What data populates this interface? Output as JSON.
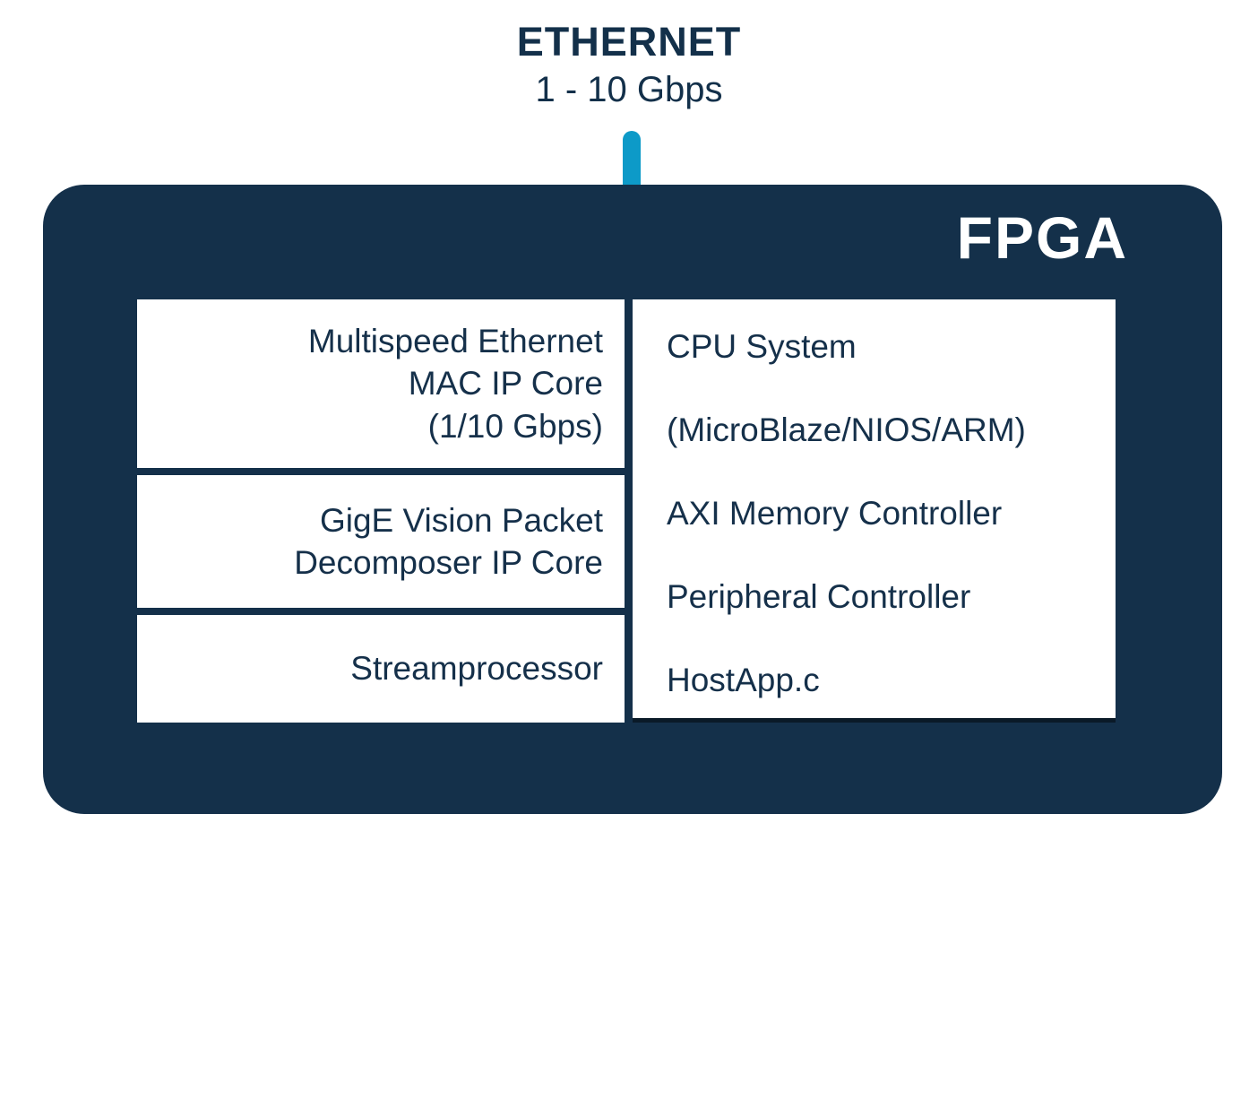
{
  "header": {
    "title": "ETHERNET",
    "subtitle": "1 - 10 Gbps",
    "arrow_icon": "down-arrow-icon"
  },
  "chip": {
    "label": "FPGA"
  },
  "left_column": {
    "blocks": [
      {
        "id": "ethernet-mac-ip-core",
        "label": "Multispeed Ethernet\nMAC IP Core\n(1/10 Gbps)"
      },
      {
        "id": "gige-vision-packet-decomposer",
        "label": "GigE Vision Packet\nDecomposer IP Core"
      },
      {
        "id": "streamprocessor",
        "label": "Streamprocessor"
      }
    ]
  },
  "right_column": {
    "items": [
      {
        "id": "cpu-system",
        "label": "CPU System"
      },
      {
        "id": "cpu-variants",
        "label": "(MicroBlaze/NIOS/ARM)"
      },
      {
        "id": "axi-memory-controller",
        "label": "AXI Memory Controller"
      },
      {
        "id": "peripheral-controller",
        "label": "Peripheral Controller"
      },
      {
        "id": "hostapp-c",
        "label": "HostApp.c"
      }
    ]
  },
  "colors": {
    "navy": "#14304a",
    "text_navy": "#15304a",
    "cyan": "#0d9ac8",
    "white": "#ffffff",
    "dark_rule": "#0a1a28"
  }
}
